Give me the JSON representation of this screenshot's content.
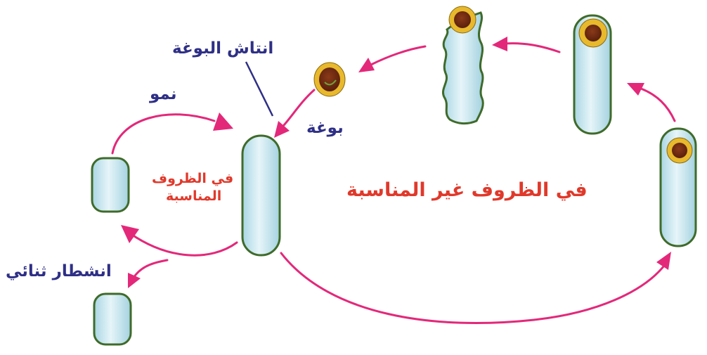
{
  "labels": {
    "spore_germination": "انتاش البوغة",
    "growth": "نمو",
    "spore": "بوغة",
    "favorable_line1": "في الظروف",
    "favorable_line2": "المناسبة",
    "unfavorable": "في الظروف غير المناسبة",
    "binary_fission": "انشطار ثنائي"
  },
  "colors": {
    "arrow": "#e3287a",
    "cell_fill": "#c6e4ee",
    "cell_outline": "#3f6b2a",
    "spore_core": "#6e2a12",
    "spore_ring": "#e8b92c",
    "label_blue": "#2e2f86",
    "label_red": "#e0392b"
  }
}
